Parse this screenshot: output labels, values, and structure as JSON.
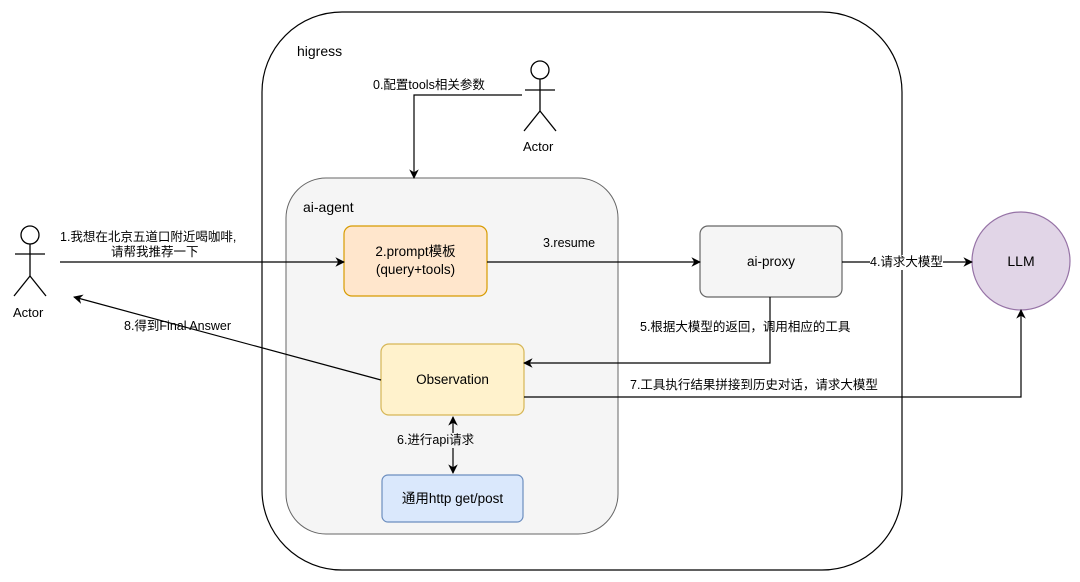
{
  "containers": {
    "higress": "higress",
    "ai_agent": "ai-agent"
  },
  "nodes": {
    "prompt_line1": "2.prompt模板",
    "prompt_line2": "(query+tools)",
    "ai_proxy": "ai-proxy",
    "llm": "LLM",
    "observation": "Observation",
    "http": "通用http get/post"
  },
  "actors": {
    "left": "Actor",
    "top": "Actor"
  },
  "edges": {
    "config": "0.配置tools相关参数",
    "user_query_line1": "1.我想在北京五道口附近喝咖啡,",
    "user_query_line2": "请帮我推荐一下",
    "resume": "3.resume",
    "request_llm": "4.请求大模型",
    "invoke_tool": "5.根据大模型的返回，调用相应的工具",
    "api_request": "6.进行api请求",
    "append_history": "7.工具执行结果拼接到历史对话，请求大模型",
    "final_answer": "8.得到Final Answer"
  },
  "colors": {
    "prompt_fill": "#ffe6cc",
    "prompt_stroke": "#d79b00",
    "proxy_fill": "#f5f5f5",
    "proxy_stroke": "#666666",
    "llm_fill": "#e1d5e7",
    "llm_stroke": "#9673a6",
    "obs_fill": "#fff2cc",
    "obs_stroke": "#d6b656",
    "http_fill": "#dae8fc",
    "http_stroke": "#6c8ebf",
    "agent_fill": "#f5f5f5",
    "agent_stroke": "#666666"
  }
}
